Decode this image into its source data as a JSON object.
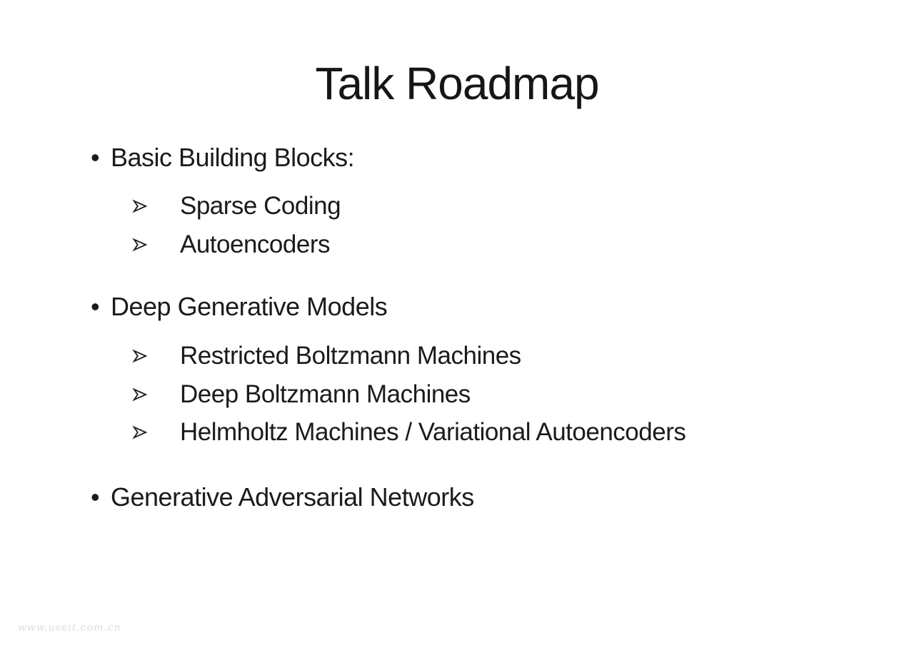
{
  "slide": {
    "title": "Talk Roadmap",
    "markers": {
      "level1": "•",
      "level2": "outlined-right-arrowhead"
    },
    "sections": [
      {
        "label": "Basic Building Blocks:",
        "items": [
          "Sparse Coding",
          "Autoencoders"
        ]
      },
      {
        "label": "Deep Generative Models",
        "items": [
          "Restricted Boltzmann Machines",
          "Deep Boltzmann Machines",
          "Helmholtz Machines / Variational Autoencoders"
        ]
      },
      {
        "label": "Generative Adversarial Networks",
        "items": []
      }
    ],
    "watermark": "www.useit.com.cn",
    "colors": {
      "background": "#ffffff",
      "text": "#1b1b1b",
      "watermark": "#dcdcdc"
    }
  }
}
